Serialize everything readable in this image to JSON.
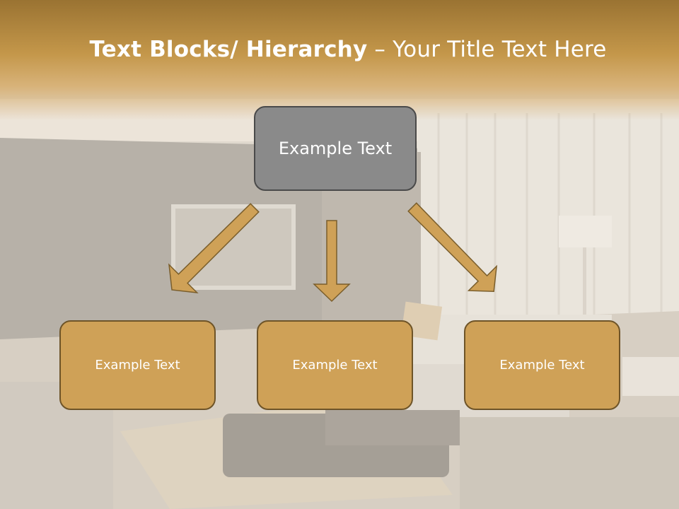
{
  "title": {
    "bold": "Text Blocks/ Hierarchy",
    "rest": " – Your Title Text Here"
  },
  "diagram": {
    "root": "Example Text",
    "children": [
      "Example Text",
      "Example Text",
      "Example Text"
    ]
  },
  "colors": {
    "header": "#c4974a",
    "root_fill": "#8a8a8a",
    "child_fill": "#cfa157",
    "arrow_fill": "#cfa157"
  }
}
